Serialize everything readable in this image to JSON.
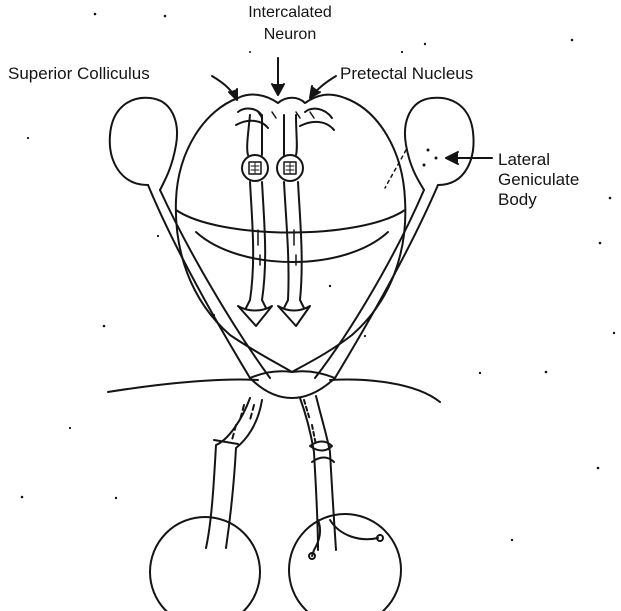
{
  "labels": {
    "intercalated_line1": "Intercalated",
    "intercalated_line2": "Neuron",
    "superior_colliculus": "Superior Colliculus",
    "pretectal_nucleus": "Pretectal Nucleus",
    "lgb_line1": "Lateral",
    "lgb_line2": "Geniculate",
    "lgb_line3": "Body"
  },
  "colors": {
    "ink": "#141414",
    "paper": "#ffffff"
  }
}
